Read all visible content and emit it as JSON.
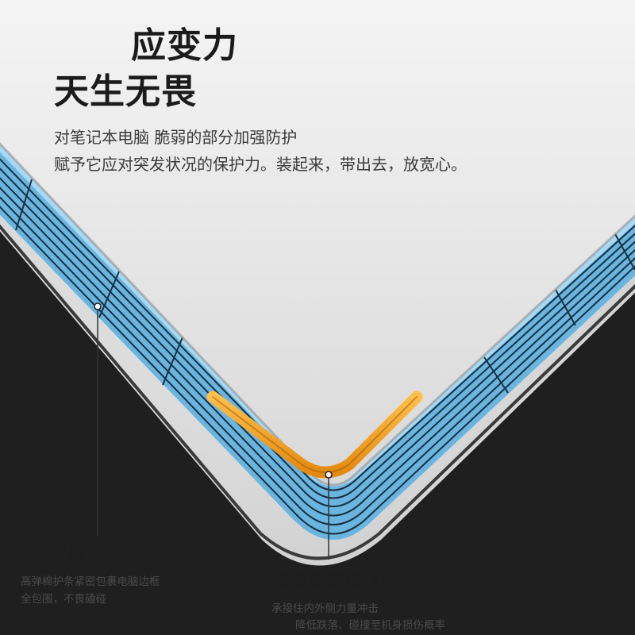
{
  "headline": {
    "line1": "应变力",
    "line2": "天生无畏"
  },
  "description": {
    "line1": "对笔记本电脑        脆弱的部分加强防护",
    "line2": "赋予它应对突发状况的保护力。装起来，带出去，放宽心。"
  },
  "features": {
    "strip": {
      "title": "360°嵌入式护条",
      "desc1": "高弹棉护条紧密包裹电脑边框",
      "desc2": "全包围，不畏磕碰"
    },
    "corner": {
      "title": "抗撞击护角 x4",
      "desc1": "承接住内外侧力量冲击",
      "desc2": "降低跌落、碰撞至机身损伤概率"
    }
  },
  "colors": {
    "background": "#cfcfcf",
    "frame_blue": "#69b5e0",
    "corner_orange": "#f0a020",
    "outer_shell": "#1e1e1e"
  }
}
